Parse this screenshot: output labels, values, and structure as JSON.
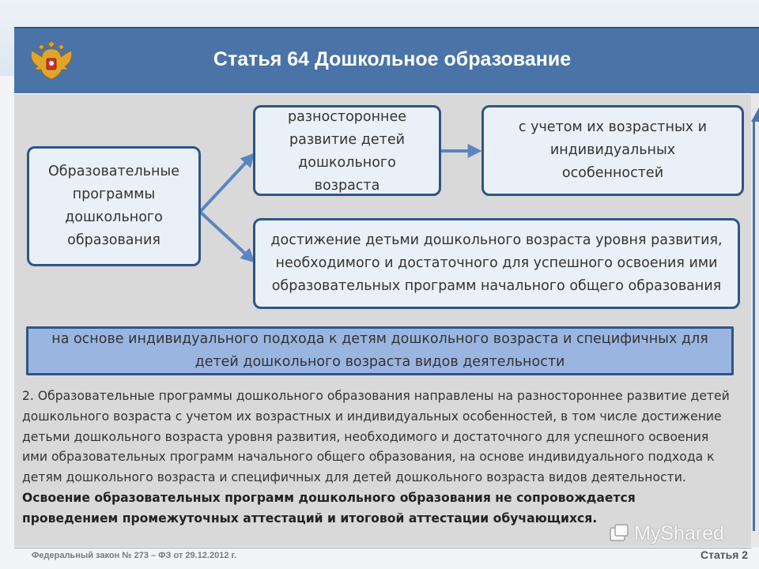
{
  "header": {
    "title": "Статья 64 Дошкольное образование",
    "accent_color": "#4a73a8"
  },
  "diagram": {
    "source_box": "Образовательные программы дошкольного образования",
    "target_top": "разностороннее развитие детей дошкольного возраста",
    "target_top_right": "с учетом их возрастных и индивидуальных особенностей",
    "target_bottom": "достижение детьми дошкольного возраста уровня развития, необходимого и достаточного для успешного освоения ими образовательных программ начального общего образования",
    "basis_box": "на основе индивидуального подхода к детям дошкольного возраста и специфичных для детей дошкольного возраста видов деятельности",
    "arrow_color": "#5b85c0"
  },
  "paragraph": {
    "normal": "2. Образовательные программы дошкольного образования направлены на разностороннее развитие детей дошкольного возраста с учетом их возрастных и индивидуальных особенностей, в том числе достижение детьми дошкольного возраста уровня развития, необходимого и достаточного для успешного освоения ими образовательных программ начального общего образования, на основе индивидуального подхода к детям дошкольного возраста и специфичных для детей дошкольного возраста видов деятельности. ",
    "bold": "Освоение образовательных программ дошкольного образования не сопровождается проведением промежуточных аттестаций и итоговой аттестации обучающихся."
  },
  "footer": {
    "law": "Федеральный закон № 273 – ФЗ от 29.12.2012 г.",
    "article": "Статья 2"
  },
  "watermark": {
    "text": "MyShared"
  },
  "icons": {
    "emblem": "russian-coat-of-arms-icon",
    "watermark_icon": "myshared-logo-icon"
  }
}
